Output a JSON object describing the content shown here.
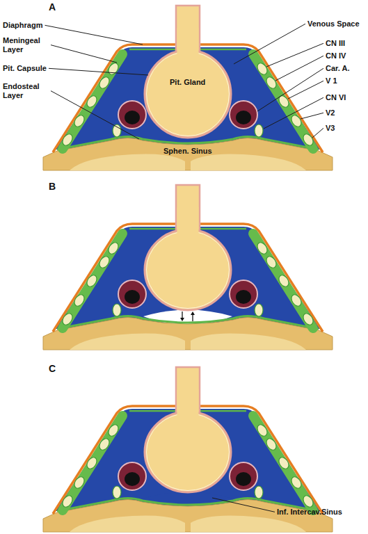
{
  "diagram": {
    "labels": [
      "A",
      "Diaphragm",
      "Meningeal Layer",
      "Pit. Capsule",
      "Endosteal Layer",
      "Pit. Gland",
      "Venous Space",
      "CN III",
      "CN IV",
      "Car. A.",
      "V 1",
      "CN VI",
      "V2",
      "V3",
      "Sphen. Sinus",
      "B",
      "C",
      "Inf. Intercav.Sinus"
    ]
  }
}
